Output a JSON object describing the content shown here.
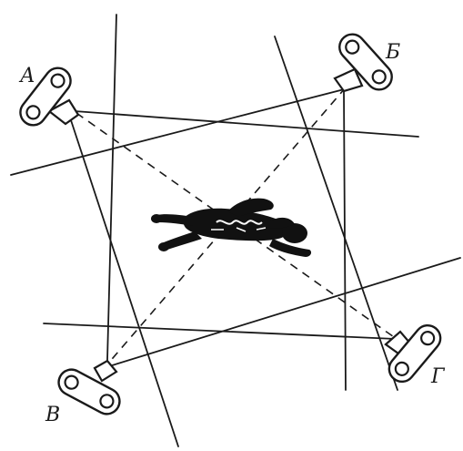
{
  "diagram": {
    "stations": [
      {
        "label": "А"
      },
      {
        "label": "Б"
      },
      {
        "label": "В"
      },
      {
        "label": "Г"
      }
    ],
    "subject": {
      "name": "lying-figure-silhouette"
    }
  }
}
